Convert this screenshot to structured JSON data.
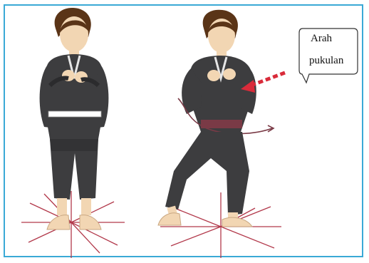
{
  "callout": {
    "line1": "Arah",
    "line2": "pukulan"
  },
  "colors": {
    "frame_border": "#3aa9d6",
    "clothing": "#3d3d3f",
    "skin": "#f2d6b3",
    "hair": "#5a3417",
    "belt_left": "#ffffff",
    "belt_right": "#7a3a46",
    "foot_lines": "#b2394b",
    "strike_arrow": "#d92b3a"
  },
  "figures": [
    {
      "name": "stance-neutral",
      "description_icon": "standing-figure-icon"
    },
    {
      "name": "stance-strike",
      "description_icon": "striking-figure-icon"
    }
  ]
}
